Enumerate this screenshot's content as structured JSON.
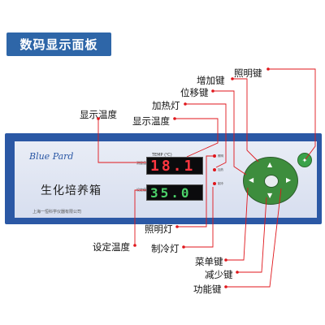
{
  "title": "数码显示面板",
  "labels": {
    "lighting_key": "照明键",
    "increase_key": "增加键",
    "shift_key": "位移键",
    "heating_light": "加热灯",
    "display_temp_right": "显示温度",
    "display_temp_left": "显示温度",
    "lighting_light": "照明灯",
    "set_temp": "设定温度",
    "cooling_light": "制冷灯",
    "menu_key": "菜单键",
    "decrease_key": "减少键",
    "function_key": "功能键"
  },
  "panel": {
    "brand": "Blue Pard",
    "product_name": "生化培养箱",
    "manufacturer": "上海一恒科学仪器有限公司",
    "temp_unit_label": "TEMP (℃)",
    "measured_tag": "测量值",
    "set_tag": "设定值",
    "measured_value": "18.1",
    "set_value": "35.0",
    "led_tags": [
      "照明",
      "加热",
      "制冷"
    ]
  },
  "colors": {
    "panel_border": "#2b58a5",
    "title_badge": "#2e66a8",
    "leader_line": "#e0161b",
    "measured_digits": "#ff3640",
    "set_digits": "#4cd36a",
    "keypad": "#3d8d3d"
  },
  "icons": [
    "up-arrow-icon",
    "down-arrow-icon",
    "left-arrow-icon",
    "right-arrow-icon",
    "enter-icon",
    "light-bulb-icon"
  ]
}
